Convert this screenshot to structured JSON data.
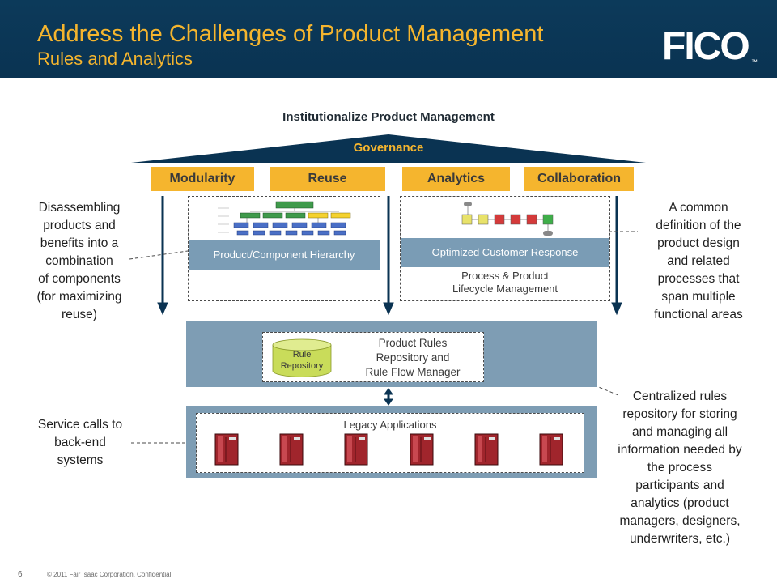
{
  "header": {
    "title": "Address the Challenges of Product Management",
    "subtitle": "Rules and Analytics",
    "logo": "FICO",
    "logo_tm": "™"
  },
  "diagram": {
    "heading": "Institutionalize Product Management",
    "roof_label": "Governance",
    "pillars": [
      "Modularity",
      "Reuse",
      "Analytics",
      "Collaboration"
    ],
    "left_panel_label": "Product/Component Hierarchy",
    "right_panel_label": "Optimized Customer Response",
    "right_panel_caption": "Process & Product\nLifecycle Management",
    "rules_label": "Product Rules\nRepository and\nRule Flow Manager",
    "rule_repository": "Rule\nRepository",
    "legacy_label": "Legacy Applications",
    "server_count": 6
  },
  "notes": {
    "left_top": "Disassembling\nproducts and\nbenefits into a\ncombination\nof components\n(for maximizing\nreuse)",
    "right_top": "A common\ndefinition of the\nproduct design\nand related\nprocesses that\nspan multiple\nfunctional areas",
    "left_bottom": "Service calls to\nback-end\nsystems",
    "right_bottom": "Centralized rules\nrepository for storing\nand managing all\ninformation needed by\nthe process\nparticipants and\nanalytics (product\nmanagers, designers,\nunderwriters, etc.)"
  },
  "footer": {
    "page_number": "6",
    "copyright": "© 2011 Fair Isaac Corporation. Confidential."
  },
  "colors": {
    "header_bg": "#0c3a5a",
    "accent_gold": "#f5b52e",
    "panel_blue": "#7e9db4",
    "server_red": "#a0252c"
  }
}
